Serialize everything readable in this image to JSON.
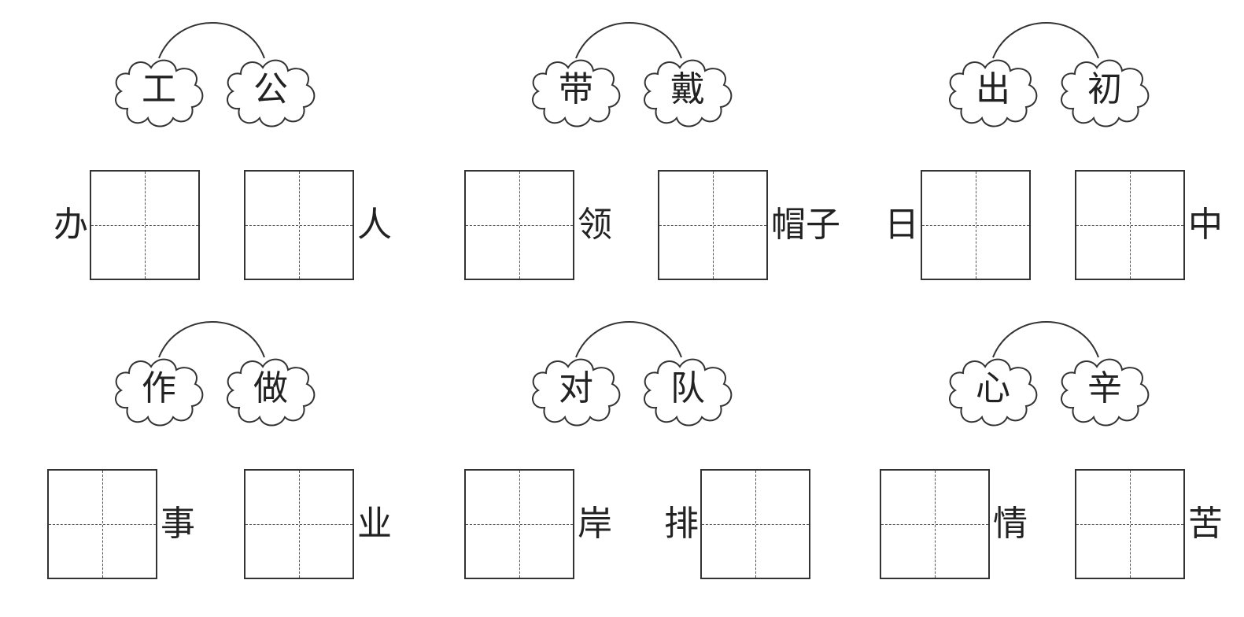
{
  "groups": [
    {
      "pair": [
        "工",
        "公"
      ],
      "items": [
        {
          "context": "办",
          "side": "left"
        },
        {
          "context": "人",
          "side": "right"
        }
      ]
    },
    {
      "pair": [
        "带",
        "戴"
      ],
      "items": [
        {
          "context": "领",
          "side": "right"
        },
        {
          "context": "帽子",
          "side": "right"
        }
      ]
    },
    {
      "pair": [
        "出",
        "初"
      ],
      "items": [
        {
          "context": "日",
          "side": "left"
        },
        {
          "context": "中",
          "side": "right"
        }
      ]
    },
    {
      "pair": [
        "作",
        "做"
      ],
      "items": [
        {
          "context": "事",
          "side": "right"
        },
        {
          "context": "业",
          "side": "right"
        }
      ]
    },
    {
      "pair": [
        "对",
        "队"
      ],
      "items": [
        {
          "context": "岸",
          "side": "right"
        },
        {
          "context": "排",
          "side": "left"
        }
      ]
    },
    {
      "pair": [
        "心",
        "辛"
      ],
      "items": [
        {
          "context": "情",
          "side": "right"
        },
        {
          "context": "苦",
          "side": "right"
        }
      ]
    }
  ]
}
